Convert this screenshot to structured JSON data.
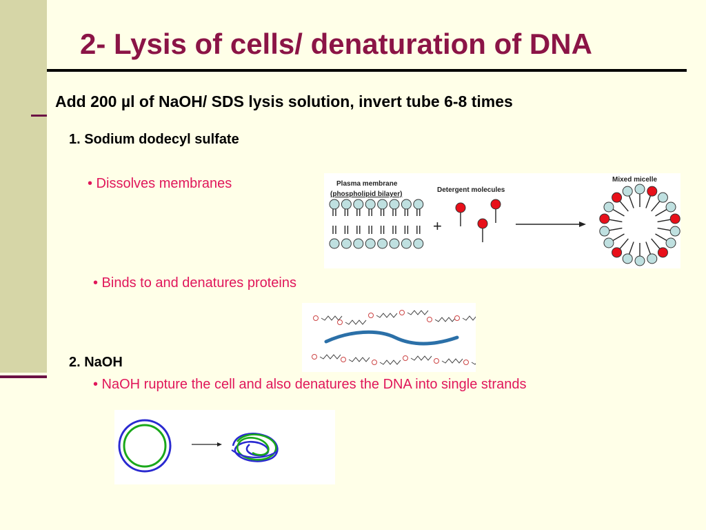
{
  "slide": {
    "title": "2- Lysis of cells/ denaturation of DNA",
    "subtitle": "Add 200 µl of NaOH/ SDS lysis solution, invert tube 6-8 times",
    "section1": {
      "heading": "1. Sodium dodecyl sulfate",
      "bullet1": "• Dissolves membranes",
      "bullet2": "• Binds to and denatures proteins"
    },
    "section2": {
      "heading": "2. NaOH",
      "bullet1": "• NaOH rupture the cell and also denatures the DNA into single strands"
    }
  },
  "figure_membrane": {
    "label_membrane": "Plasma membrane",
    "label_bilayer": "(phospholipid bilayer)",
    "label_detergent": "Detergent molecules",
    "label_micelle": "Mixed micelle",
    "plus_sign": "+"
  },
  "colors": {
    "title": "#8B1446",
    "bullet": "#E0165A",
    "sidebar": "#D6D6A7",
    "accent": "#6B1144",
    "lipid_head": "#BFE0E0",
    "detergent_head": "#E8101A",
    "dna_blue": "#2B70A8"
  }
}
